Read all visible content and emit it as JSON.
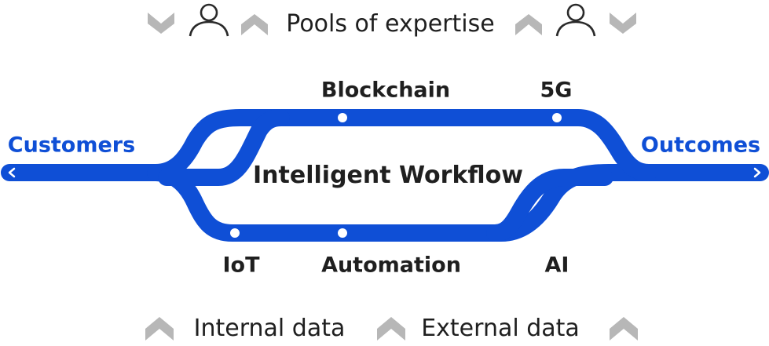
{
  "header": {
    "text": "Pools of expertise"
  },
  "footer": {
    "internal": "Internal data",
    "external": "External data"
  },
  "endpoints": {
    "left": "Customers",
    "right": "Outcomes"
  },
  "workflow": {
    "title": "Intelligent Workflow"
  },
  "stations": {
    "blockchain": "Blockchain",
    "fiveg": "5G",
    "iot": "IoT",
    "automation": "Automation",
    "ai": "AI"
  },
  "colors": {
    "track": "#0f4fd6",
    "chevron": "#b7b7b7",
    "text": "#1f1f1f",
    "person": "#2a2a2a"
  },
  "icons": [
    "chevron-down-icon",
    "person-icon",
    "chevron-up-icon"
  ]
}
